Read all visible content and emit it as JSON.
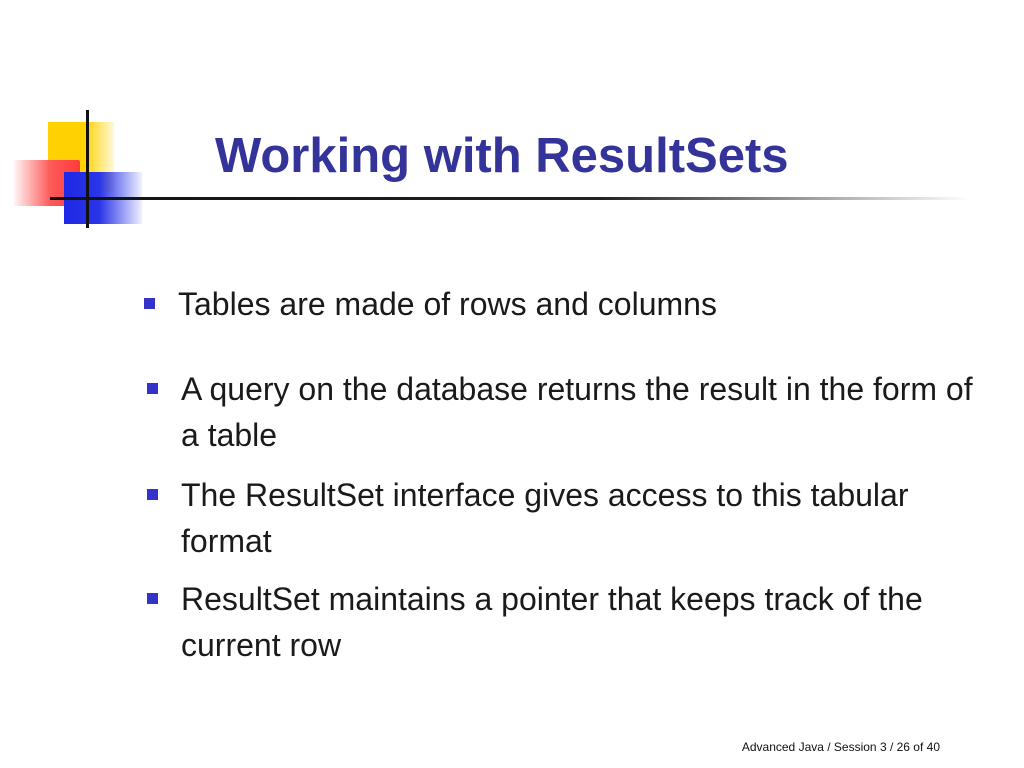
{
  "slide": {
    "title": "Working with ResultSets",
    "bullets": [
      "Tables are made of rows and columns",
      "A query on the database returns the result in the form of a table",
      "The ResultSet interface gives access to this tabular format",
      "ResultSet maintains a pointer that keeps track of the current row"
    ],
    "footer": "Advanced Java / Session 3 /  26 of 40"
  },
  "colors": {
    "title": "#333399",
    "bullet_marker": "#3333cc",
    "text": "#1a1a1a",
    "logo_yellow": "#ffd200",
    "logo_red": "#ff3a3a",
    "logo_blue": "#1e28e6"
  },
  "icons": {
    "logo": "overlapping-squares-logo",
    "bullet": "square-bullet-icon"
  }
}
